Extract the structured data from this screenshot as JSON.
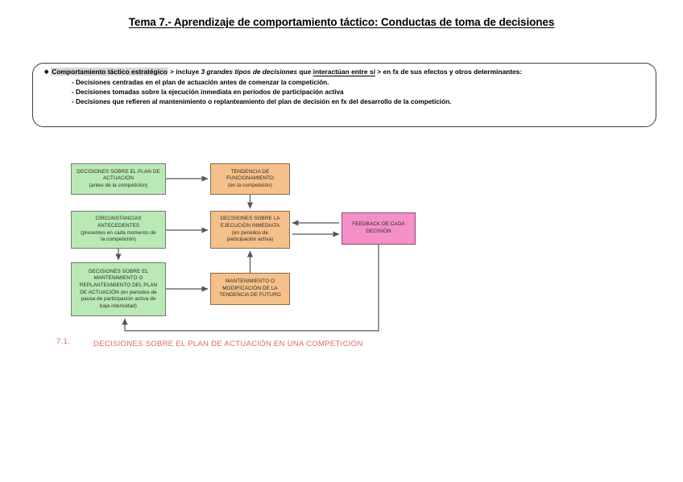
{
  "title": {
    "text": "Tema 7.- Aprendizaje de comportamiento táctico: Conductas de toma de decisiones"
  },
  "note": {
    "bullet_glyph": "◆",
    "lead_highlight": "Comportamiento táctico estratégico",
    "lead_part1": " > incluye ",
    "lead_italic": "3 grandes tipos de decisiones",
    "lead_part2": " que ",
    "lead_underline": "interactúan entre sí",
    "lead_part3": " > en fx de sus efectos y otros determinantes:",
    "sub_items": [
      "- Decisiones centradas en el plan de actuación antes de comenzar la competición.",
      "- Decisiones tomadas sobre la ejecución inmediata en períodos de participación activa",
      "- Decisiones que refieren al mantenimiento o replanteamiento del plan de decisión en fx del desarrollo de la competición."
    ]
  },
  "diagram": {
    "nodes": [
      {
        "id": "plan-actuacion",
        "color": "green",
        "lines": [
          "DECISIONES SOBRE EL PLAN DE",
          "ACTUACIÓN",
          "(antes de la competición)"
        ]
      },
      {
        "id": "tendencia-funcionamiento",
        "color": "orange",
        "lines": [
          "TENDENCIA DE",
          "FUNCIONAMIENTO",
          "(en la competición)"
        ]
      },
      {
        "id": "circunstancias-antecedentes",
        "color": "green",
        "lines": [
          "CIRCUNSTANCIAS",
          "ANTECEDENTES",
          "(presentes en cada momento de",
          "la competición)"
        ]
      },
      {
        "id": "ejecucion-inmediata",
        "color": "orange",
        "lines": [
          "DECISIONES SOBRE LA",
          "EJECUCIÓN INMEDIATA",
          "(en periodos de",
          "participación activa)"
        ]
      },
      {
        "id": "feedback",
        "color": "pink",
        "lines": [
          "FEEDBACK DE CADA",
          "DECISIÓN"
        ]
      },
      {
        "id": "mantenimiento-replanteamiento",
        "color": "green",
        "lines": [
          "DECISIONES SOBRE EL",
          "MANTENIMIENTO O",
          "REPLANTEAMIENTO DEL PLAN",
          "DE ACTUACIÓN (en periodos de",
          "pausa de participación activa de",
          "baja intensidad)"
        ]
      },
      {
        "id": "mantenimiento-modificacion",
        "color": "orange",
        "lines": [
          "MANTENIMIENTO O",
          "MODIFICACIÓN DE LA",
          "TENDENCIA DE FUTURO"
        ]
      }
    ],
    "colors": {
      "green": "#b9e9b4",
      "orange": "#f6c08a",
      "pink": "#f58fc8",
      "arrow": "#555555"
    }
  },
  "section_heading": {
    "number": "7.1.",
    "label": "DECISIONES SOBRE EL PLAN DE ACTUACIÓN EN UNA COMPETICIÓN",
    "color": "#e06666"
  }
}
